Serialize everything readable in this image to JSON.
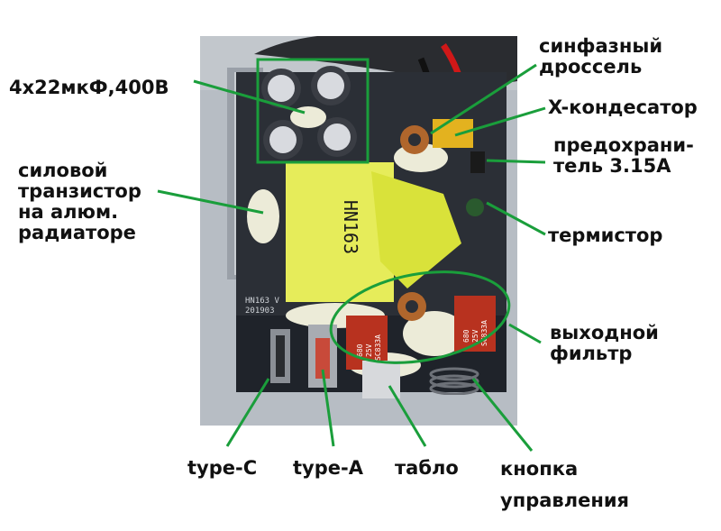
{
  "labels": {
    "capacitors": "4x22мкФ,400В",
    "common_mode_choke": [
      "синфазный",
      "дроссель"
    ],
    "x_capacitor": "X-кондесатор",
    "fuse": [
      "предохрани-",
      "тель 3.15А"
    ],
    "power_transistor": [
      "силовой",
      "транзистор",
      "на алюм.",
      "радиаторе"
    ],
    "thermistor": "термистор",
    "output_filter": [
      "выходной",
      "фильтр"
    ],
    "type_c": "type-C",
    "type_a": "type-A",
    "display": "табло",
    "control_button": [
      "кнопка",
      "управления"
    ]
  },
  "component_markings": {
    "transformer": "HN163",
    "cap_left": [
      "680",
      "25V",
      "SC833A"
    ],
    "cap_right": [
      "680",
      "25V",
      "SC833A"
    ],
    "board": [
      "HN163 V",
      "201903"
    ]
  },
  "colors": {
    "leader_line": "#1a9e3b",
    "highlight": "#1a9e3b",
    "transformer": "#e6ec5a",
    "pcb": "#1f232a"
  }
}
